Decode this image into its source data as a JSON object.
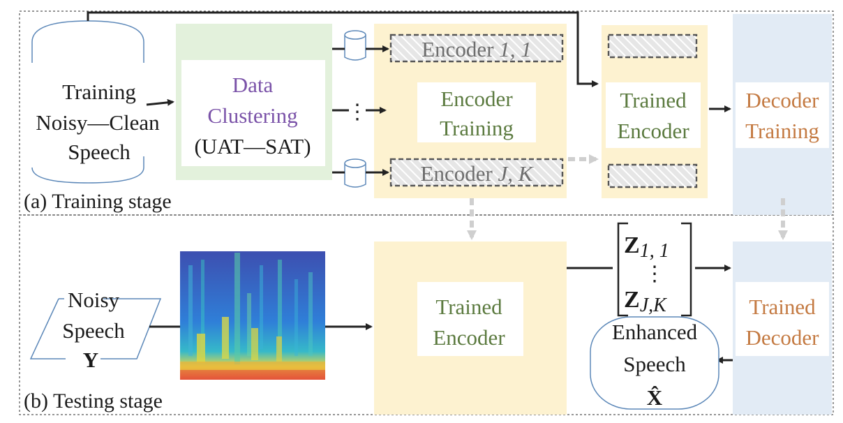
{
  "training": {
    "stage_label": "(a) Training stage",
    "input": {
      "line1": "Training",
      "line2": "Noisy—Clean",
      "line3": "Speech"
    },
    "clustering": {
      "line1": "Data",
      "line2": "Clustering",
      "line3": "(UAT—SAT)"
    },
    "encoder_top": {
      "prefix": "Encoder ",
      "index": "1, 1"
    },
    "encoder_bottom": {
      "prefix": "Encoder ",
      "index": "J, K"
    },
    "encoder_training": {
      "line1": "Encoder",
      "line2": "Training"
    },
    "trained_encoder": {
      "line1": "Trained",
      "line2": "Encoder"
    },
    "decoder_training": {
      "line1": "Decoder",
      "line2": "Training"
    },
    "ellipsis": "⋮"
  },
  "testing": {
    "stage_label": "(b) Testing stage",
    "input": {
      "line1": "Noisy",
      "line2": "Speech",
      "line3": "Y"
    },
    "trained_encoder": {
      "line1": "Trained",
      "line2": "Encoder"
    },
    "matrix": {
      "top_letter": "Z",
      "top_sub": "1, 1",
      "dots": "⋮",
      "bottom_letter": "Z",
      "bottom_sub": "J,K"
    },
    "enhanced": {
      "line1": "Enhanced",
      "line2": "Speech",
      "line3": "X̂"
    },
    "trained_decoder": {
      "line1": "Trained",
      "line2": "Decoder"
    }
  },
  "colors": {
    "green_panel": "#e3f1dc",
    "yellow_panel": "#fdf2d0",
    "blue_panel": "#e2ebf5",
    "purple_text": "#7a52a8",
    "green_text": "#5b7a3f",
    "orange_text": "#c47a42",
    "gray_text": "#6e6e6e",
    "outline_blue": "#5b87b8"
  }
}
